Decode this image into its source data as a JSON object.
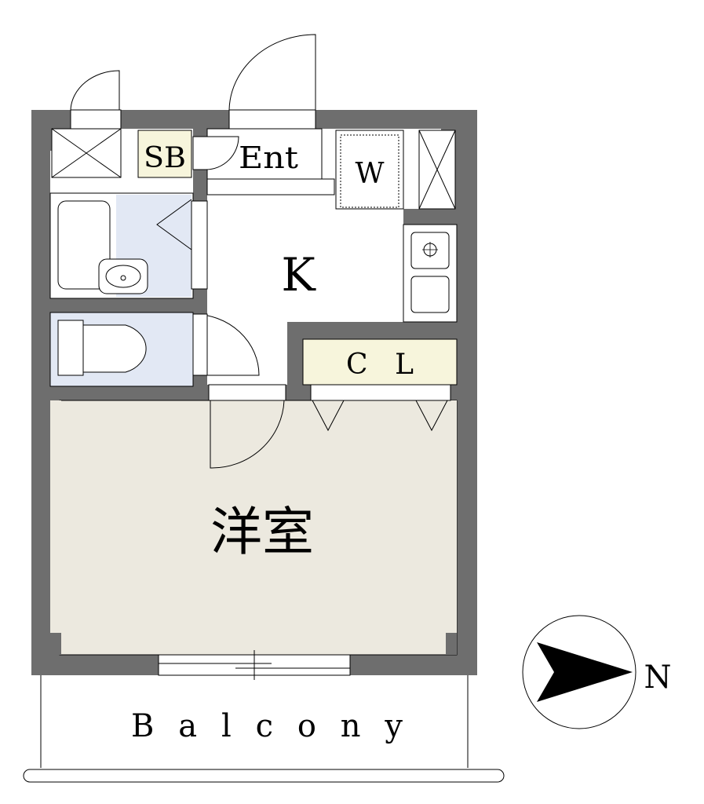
{
  "rooms": {
    "shoe_box": "SB",
    "entrance": "Ent",
    "washer": "W",
    "kitchen": "K",
    "closet": "C L",
    "western_room": "洋室",
    "balcony": "B a l c o n y"
  },
  "compass": {
    "north_label": "N",
    "arrow_direction": "right"
  },
  "colors": {
    "wall": "#6e6e6e",
    "bath_toilet": "#e2e8f4",
    "storage": "#f7f5dc",
    "western_room": "#ece9df",
    "line": "#000000"
  }
}
